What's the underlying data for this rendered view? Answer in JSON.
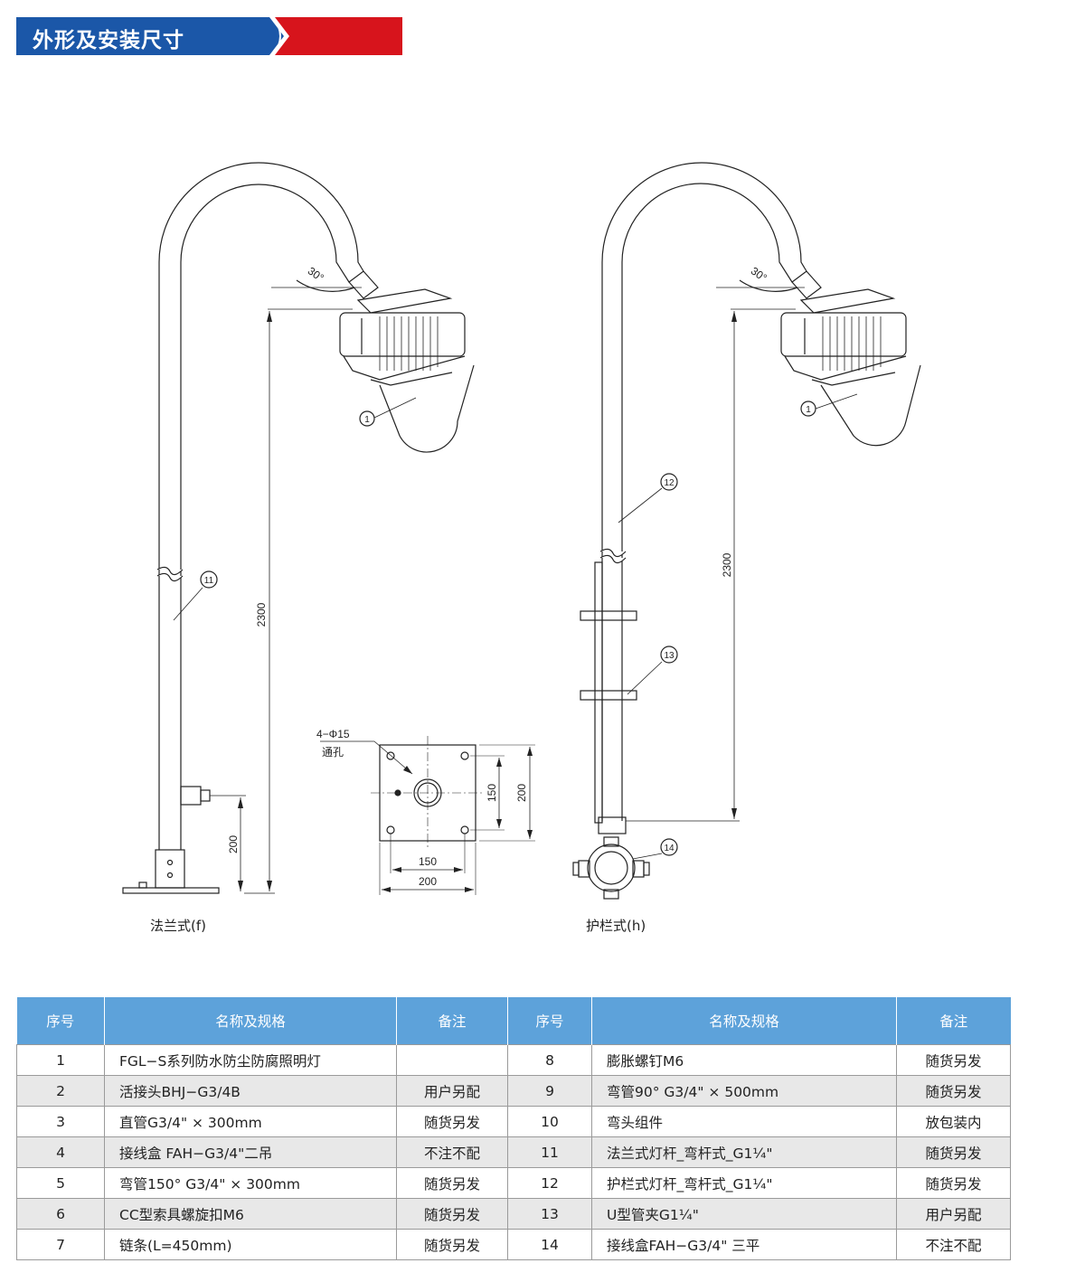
{
  "header": {
    "title": "外形及安装尺寸"
  },
  "diagram": {
    "flange": {
      "caption": "法兰式(f)",
      "angle_label": "30°",
      "height_label": "2300",
      "base_height_label": "200",
      "callouts": [
        "1",
        "11"
      ]
    },
    "guardrail": {
      "caption": "护栏式(h)",
      "angle_label": "30°",
      "height_label": "2300",
      "callouts": [
        "1",
        "12",
        "13",
        "14"
      ]
    },
    "base_plate": {
      "hole_label": "4−Φ15",
      "hole_note": "通孔",
      "inner_w_label": "150",
      "outer_w_label": "200",
      "inner_h_label": "150",
      "outer_h_label": "200"
    }
  },
  "table": {
    "headers": [
      "序号",
      "名称及规格",
      "备注",
      "序号",
      "名称及规格",
      "备注"
    ],
    "rows": [
      {
        "no1": "1",
        "name1": "FGL−S系列防水防尘防腐照明灯",
        "note1": "",
        "no2": "8",
        "name2": "膨胀螺钉M6",
        "note2": "随货另发"
      },
      {
        "no1": "2",
        "name1": "活接头BHJ−G3/4B",
        "note1": "用户另配",
        "no2": "9",
        "name2": "弯管90°  G3/4\" × 500mm",
        "note2": "随货另发"
      },
      {
        "no1": "3",
        "name1": "直管G3/4\" × 300mm",
        "note1": "随货另发",
        "no2": "10",
        "name2": "弯头组件",
        "note2": "放包装内"
      },
      {
        "no1": "4",
        "name1": "接线盒 FAH−G3/4\"二吊",
        "note1": "不注不配",
        "no2": "11",
        "name2": "法兰式灯杆_弯杆式_G1¼\"",
        "note2": "随货另发"
      },
      {
        "no1": "5",
        "name1": "弯管150°  G3/4\" × 300mm",
        "note1": "随货另发",
        "no2": "12",
        "name2": "护栏式灯杆_弯杆式_G1¼\"",
        "note2": "随货另发"
      },
      {
        "no1": "6",
        "name1": "CC型索具螺旋扣M6",
        "note1": "随货另发",
        "no2": "13",
        "name2": "U型管夹G1¼\"",
        "note2": "用户另配"
      },
      {
        "no1": "7",
        "name1": "链条(L=450mm)",
        "note1": "随货另发",
        "no2": "14",
        "name2": "接线盒FAH−G3/4\" 三平",
        "note2": "不注不配"
      }
    ]
  },
  "colors": {
    "header_blue": "#1b57a8",
    "header_red": "#d7141c",
    "table_header": "#5da2da",
    "row_alt": "#e8e8e8"
  }
}
